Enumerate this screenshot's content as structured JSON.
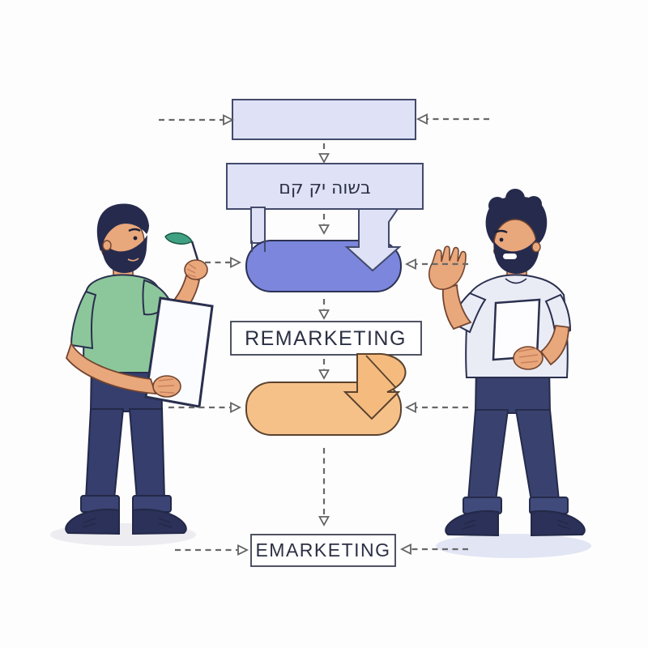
{
  "flow": {
    "process_label": "בשוה יק קם",
    "remarketing_label": "REMARKETING",
    "emarketing_label": "EMARKETING"
  },
  "palette": {
    "lavender_fill": "#dfe2f6",
    "lavender_stroke": "#434a6b",
    "blue_pill": "#7b86dc",
    "orange_pill": "#f6c189",
    "orange_arrow": "#f5bb7e",
    "box_white": "#ffffff",
    "dash_gray": "#686868",
    "label_navy": "#2b3044",
    "skin": "#e9a77c",
    "hair_navy": "#262b4d",
    "shirt_green": "#8cc79b",
    "shirt_white": "#eaecf5",
    "pants_navy": "#353e6c",
    "shoe_navy": "#2b3158",
    "leaf_green": "#3fa182"
  }
}
